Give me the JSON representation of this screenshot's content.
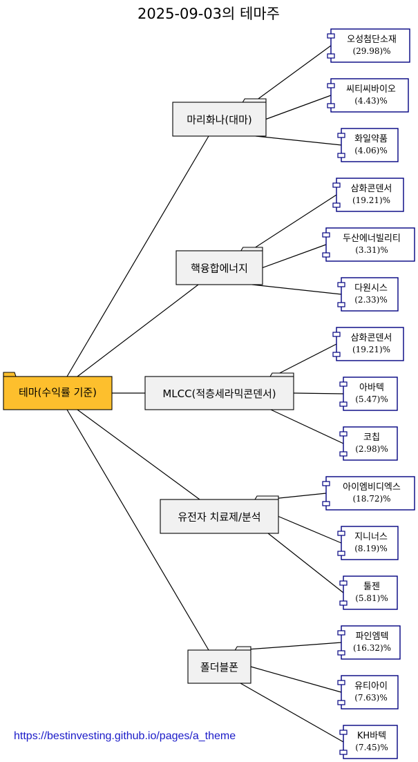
{
  "title": "2025-09-03의 테마주",
  "root": {
    "label": "테마(수익률 기준)",
    "fill": "#fdbf2d"
  },
  "colors": {
    "theme_fill": "#f1f1f1",
    "stock_border": "#000080",
    "line": "#000000"
  },
  "themes": [
    {
      "label": "마리화나(대마)",
      "stocks": [
        {
          "name": "오성첨단소재",
          "pct": "(29.98)%"
        },
        {
          "name": "씨티씨바이오",
          "pct": "(4.43)%"
        },
        {
          "name": "화일약품",
          "pct": "(4.06)%"
        }
      ]
    },
    {
      "label": "핵융합에너지",
      "stocks": [
        {
          "name": "삼화콘덴서",
          "pct": "(19.21)%"
        },
        {
          "name": "두산에너빌리티",
          "pct": "(3.31)%"
        },
        {
          "name": "다원시스",
          "pct": "(2.33)%"
        }
      ]
    },
    {
      "label": "MLCC(적층세라믹콘덴서)",
      "stocks": [
        {
          "name": "삼화콘덴서",
          "pct": "(19.21)%"
        },
        {
          "name": "아바텍",
          "pct": "(5.47)%"
        },
        {
          "name": "코칩",
          "pct": "(2.98)%"
        }
      ]
    },
    {
      "label": "유전자 치료제/분석",
      "stocks": [
        {
          "name": "아이엠비디엑스",
          "pct": "(18.72)%"
        },
        {
          "name": "지니너스",
          "pct": "(8.19)%"
        },
        {
          "name": "툴젠",
          "pct": "(5.81)%"
        }
      ]
    },
    {
      "label": "폴더블폰",
      "stocks": [
        {
          "name": "파인엠텍",
          "pct": "(16.32)%"
        },
        {
          "name": "유티아이",
          "pct": "(7.63)%"
        },
        {
          "name": "KH바텍",
          "pct": "(7.45)%"
        }
      ]
    }
  ],
  "footer": {
    "link": "https://bestinvesting.github.io/pages/a_theme"
  }
}
